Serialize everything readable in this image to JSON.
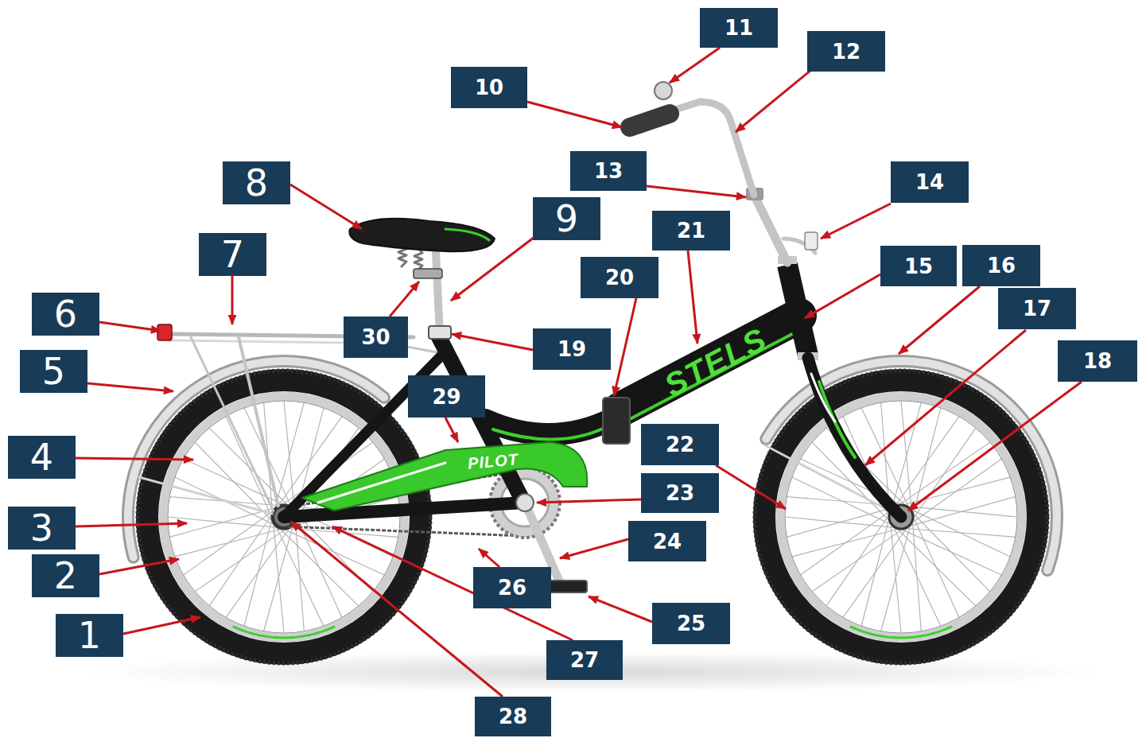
{
  "diagram": {
    "nodes": [
      {
        "text": [
          "1"
        ]
      },
      {
        "text": [
          "2"
        ]
      },
      {
        "text": [
          "3"
        ]
      },
      {
        "text": [
          "4"
        ]
      },
      {
        "text": [
          "5"
        ]
      },
      {
        "text": [
          "6"
        ]
      },
      {
        "text": [
          "7"
        ]
      },
      {
        "text": [
          "8"
        ]
      },
      {
        "text": [
          "9"
        ]
      },
      {
        "text": [
          "10"
        ]
      },
      {
        "text": [
          "11"
        ]
      },
      {
        "text": [
          "12"
        ]
      },
      {
        "text": [
          "13"
        ]
      },
      {
        "text": [
          "14"
        ]
      },
      {
        "text": [
          "15"
        ]
      },
      {
        "text": [
          "16"
        ]
      },
      {
        "text": [
          "17"
        ]
      },
      {
        "text": [
          "18"
        ]
      },
      {
        "text": [
          "19"
        ]
      },
      {
        "text": [
          "20"
        ]
      },
      {
        "text": [
          "21"
        ]
      },
      {
        "text": [
          "22"
        ]
      },
      {
        "text": [
          "23"
        ]
      },
      {
        "text": [
          "24"
        ]
      },
      {
        "text": [
          "25"
        ]
      },
      {
        "text": [
          "26"
        ]
      },
      {
        "text": [
          "27"
        ]
      },
      {
        "text": [
          "28"
        ]
      },
      {
        "text": [
          "29"
        ]
      },
      {
        "text": [
          "30"
        ]
      }
    ],
    "labels": [
      "STELS",
      "PILOT"
    ]
  }
}
